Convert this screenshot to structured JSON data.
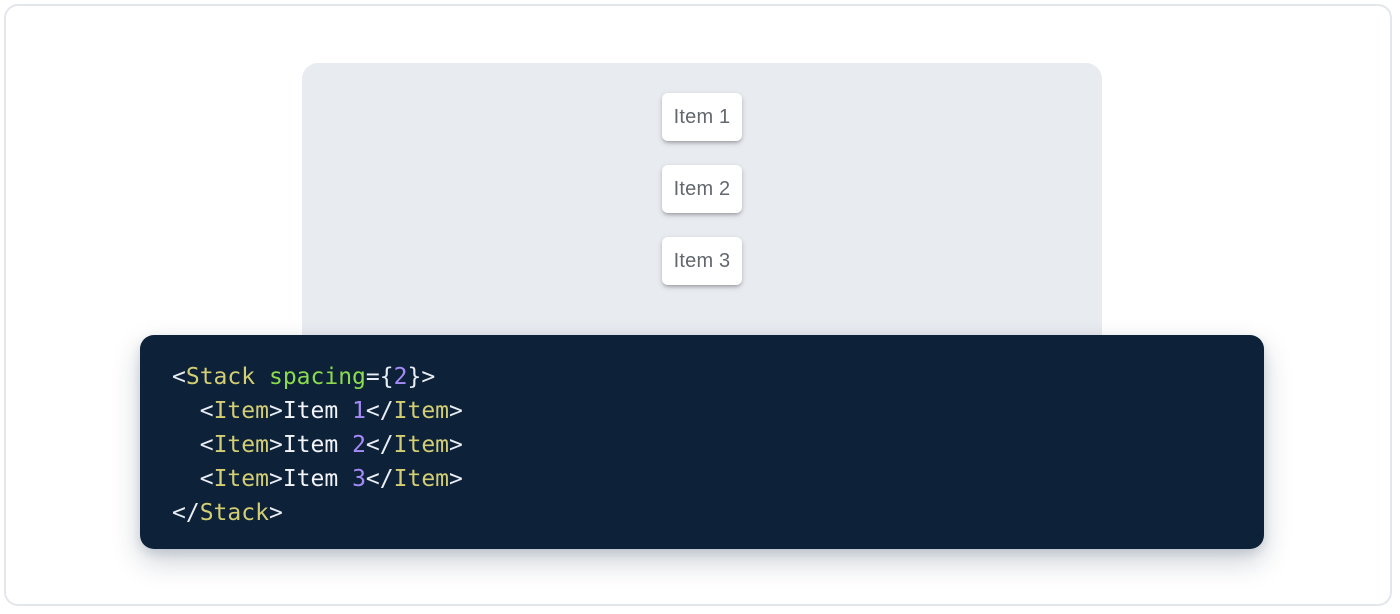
{
  "frame": {
    "background": "#ffffff",
    "border_color": "#e3e6eb"
  },
  "demo": {
    "background": "#e8ebf0",
    "item_text_color": "#63686e",
    "items": [
      {
        "label": "Item 1"
      },
      {
        "label": "Item 2"
      },
      {
        "label": "Item 3"
      }
    ]
  },
  "code": {
    "background": "#0d2239",
    "token_colors": {
      "punctuation": "#e9edf4",
      "tag": "#d3cd73",
      "attr_name": "#8bdb4d",
      "number": "#a68bf8",
      "plain": "#f2f4f9"
    },
    "lines": [
      [
        {
          "text": "<",
          "type": "punctuation"
        },
        {
          "text": "Stack",
          "type": "tag"
        },
        {
          "text": " ",
          "type": "plain"
        },
        {
          "text": "spacing",
          "type": "attr_name"
        },
        {
          "text": "=",
          "type": "punctuation"
        },
        {
          "text": "{",
          "type": "punctuation"
        },
        {
          "text": "2",
          "type": "number"
        },
        {
          "text": "}",
          "type": "punctuation"
        },
        {
          "text": ">",
          "type": "punctuation"
        }
      ],
      [
        {
          "text": "  ",
          "type": "plain"
        },
        {
          "text": "<",
          "type": "punctuation"
        },
        {
          "text": "Item",
          "type": "tag"
        },
        {
          "text": ">",
          "type": "punctuation"
        },
        {
          "text": "Item ",
          "type": "plain"
        },
        {
          "text": "1",
          "type": "number"
        },
        {
          "text": "</",
          "type": "punctuation"
        },
        {
          "text": "Item",
          "type": "tag"
        },
        {
          "text": ">",
          "type": "punctuation"
        }
      ],
      [
        {
          "text": "  ",
          "type": "plain"
        },
        {
          "text": "<",
          "type": "punctuation"
        },
        {
          "text": "Item",
          "type": "tag"
        },
        {
          "text": ">",
          "type": "punctuation"
        },
        {
          "text": "Item ",
          "type": "plain"
        },
        {
          "text": "2",
          "type": "number"
        },
        {
          "text": "</",
          "type": "punctuation"
        },
        {
          "text": "Item",
          "type": "tag"
        },
        {
          "text": ">",
          "type": "punctuation"
        }
      ],
      [
        {
          "text": "  ",
          "type": "plain"
        },
        {
          "text": "<",
          "type": "punctuation"
        },
        {
          "text": "Item",
          "type": "tag"
        },
        {
          "text": ">",
          "type": "punctuation"
        },
        {
          "text": "Item ",
          "type": "plain"
        },
        {
          "text": "3",
          "type": "number"
        },
        {
          "text": "</",
          "type": "punctuation"
        },
        {
          "text": "Item",
          "type": "tag"
        },
        {
          "text": ">",
          "type": "punctuation"
        }
      ],
      [
        {
          "text": "</",
          "type": "punctuation"
        },
        {
          "text": "Stack",
          "type": "tag"
        },
        {
          "text": ">",
          "type": "punctuation"
        }
      ]
    ]
  }
}
